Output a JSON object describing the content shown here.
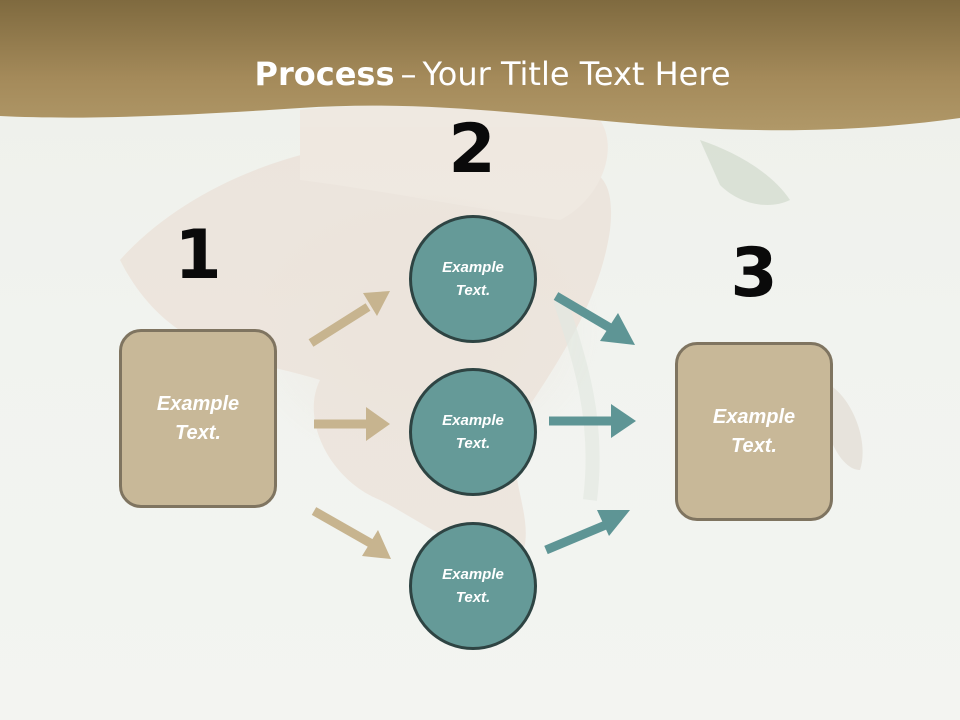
{
  "title": {
    "bold": "Process",
    "separator": "–",
    "rest": "Your Title Text Here"
  },
  "steps": [
    {
      "number": "1"
    },
    {
      "number": "2"
    },
    {
      "number": "3"
    }
  ],
  "boxes": {
    "left": "Example\nText.",
    "right": "Example\nText."
  },
  "circles": [
    "Example\nText.",
    "Example\nText.",
    "Example\nText."
  ],
  "colors": {
    "header_band": "#a48a5a",
    "box_fill": "#c8b898",
    "box_border": "#7f7460",
    "circle_fill": "#659a98",
    "circle_border": "#2e4443",
    "arrow_tan": "#c7b48f",
    "arrow_teal": "#5e9595"
  }
}
